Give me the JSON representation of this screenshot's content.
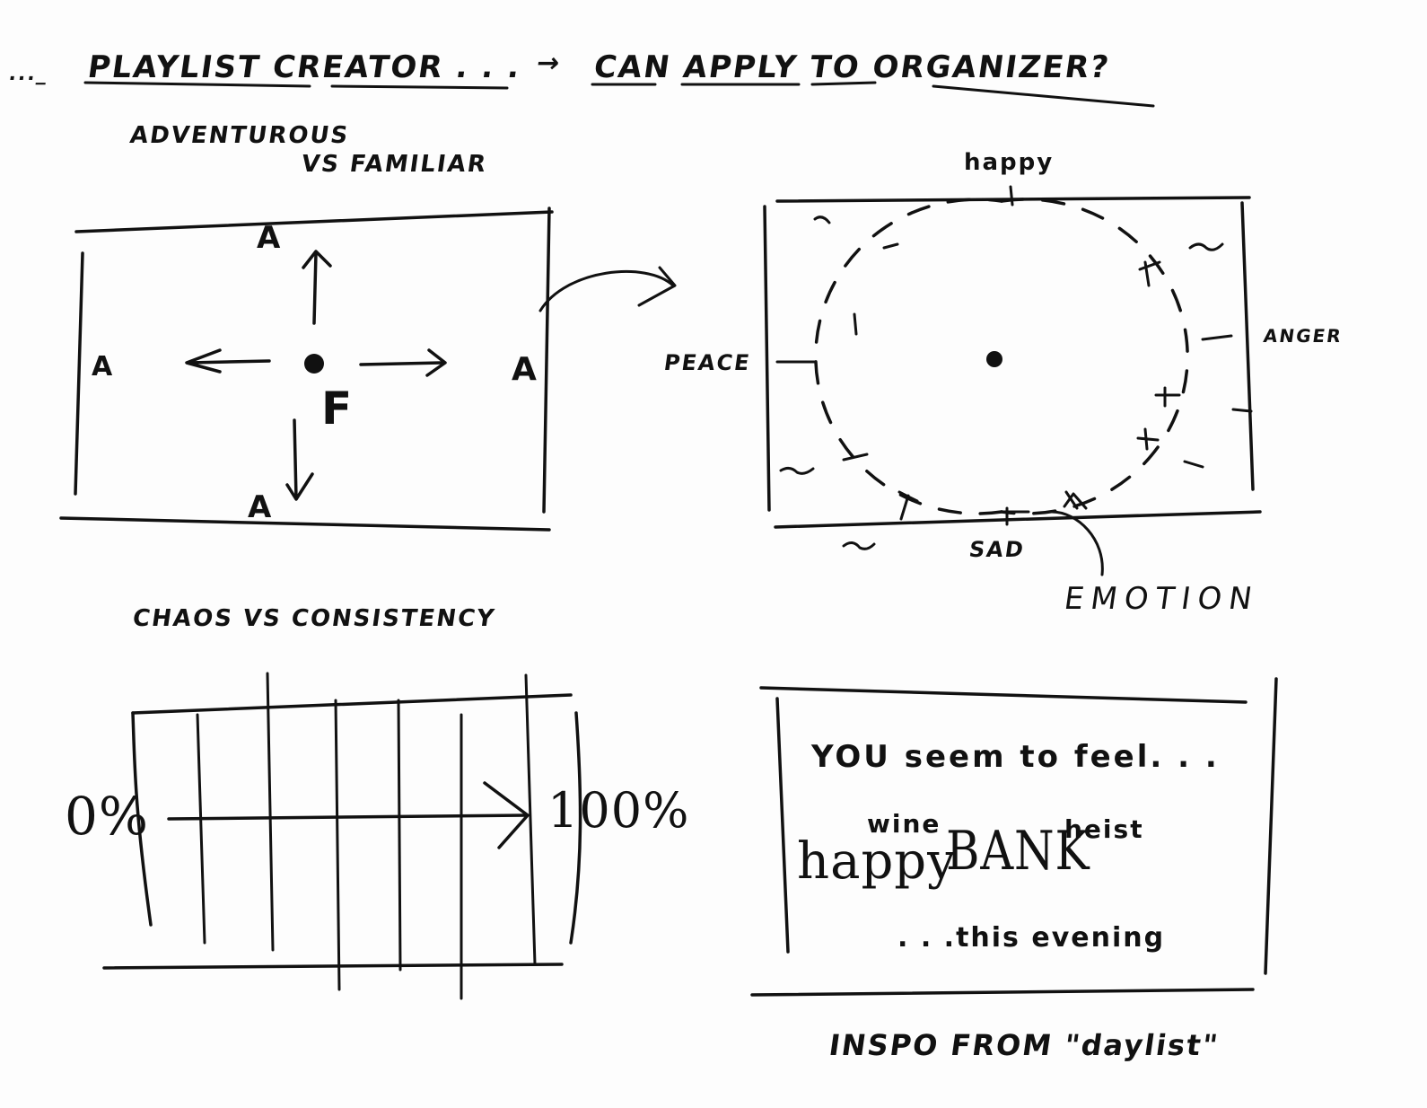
{
  "header": {
    "prefix": "..._",
    "title_1": "PLAYLIST CREATOR . . .",
    "arrow": "→",
    "title_2": "CAN APPLY TO ORGANIZER?"
  },
  "panel_adventurous": {
    "label_line1": "ADVENTUROUS",
    "label_line2": "VS FAMILIAR",
    "axis_top": "A",
    "axis_left": "A",
    "axis_right": "A",
    "axis_bottom": "A",
    "center": "F"
  },
  "panel_emotion": {
    "top": "happy",
    "left": "PEACE",
    "right": "ANGER",
    "bottom": "SAD",
    "caption": "EMOTION"
  },
  "panel_chaos": {
    "label": "CHAOS VS CONSISTENCY",
    "start": "0%",
    "end": "100%"
  },
  "panel_daylist": {
    "line1": "YOU seem to feel. . .",
    "word1": "happy",
    "word2": "wine",
    "word3": "BANK",
    "word4": "heist",
    "line3": ". . .this evening",
    "footer": "INSPO FROM \"daylist\""
  }
}
